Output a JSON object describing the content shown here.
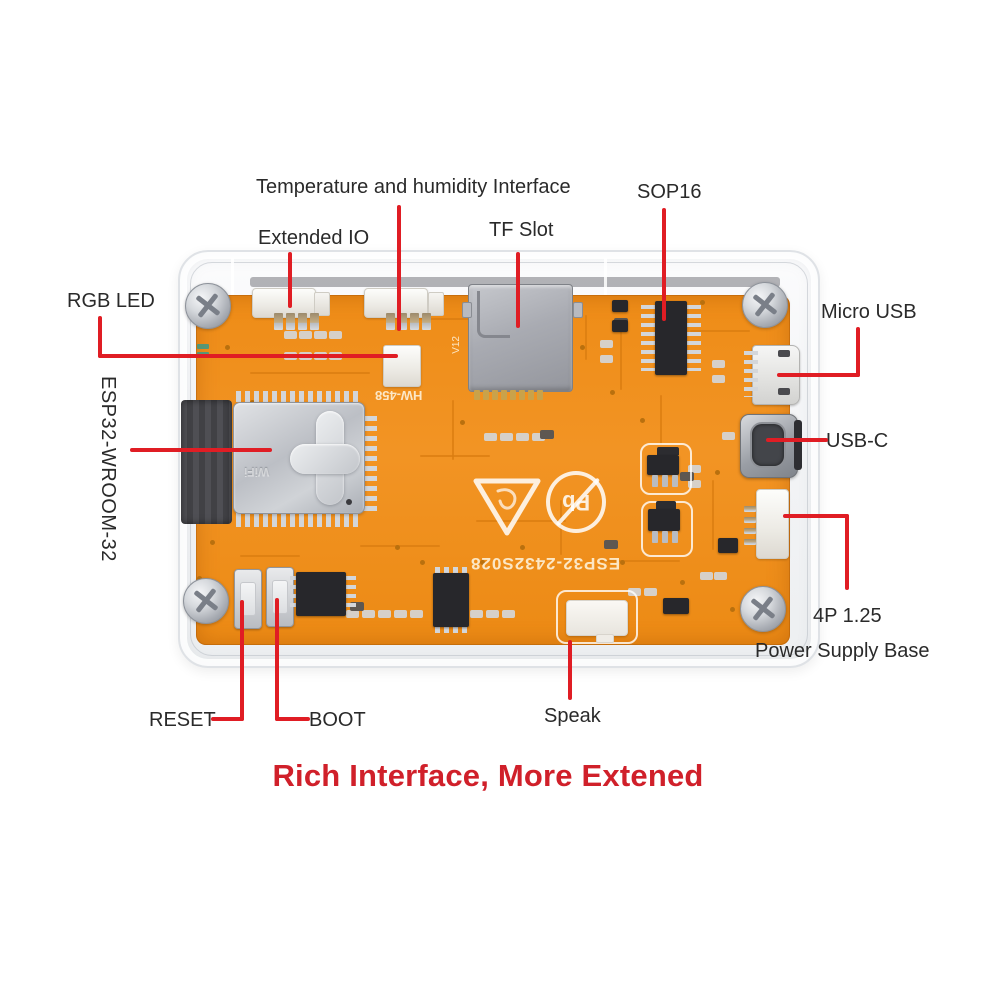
{
  "slogan": "Rich Interface, More Extened",
  "callouts": {
    "temp_humidity": "Temperature and humidity Interface",
    "extended_io": "Extended IO",
    "tf_slot": "TF Slot",
    "sop16": "SOP16",
    "rgb_led": "RGB LED",
    "esp32_wroom": "ESP32-WROOM-32",
    "micro_usb": "Micro USB",
    "usb_c": "USB-C",
    "power_4p": "4P 1.25",
    "power_base": "Power Supply Base",
    "reset": "RESET",
    "boot": "BOOT",
    "speak": "Speak"
  },
  "silkscreen": {
    "model": "ESP32-2432S028",
    "hw_code": "HW-458",
    "version": "V12",
    "pb_free": "Pb",
    "module_brand": "WiFi"
  },
  "icons": {
    "screw": "phillips-screw-icon",
    "triangle": "recycle-triangle-icon",
    "pb": "pb-free-icon"
  },
  "colors": {
    "leader_line": "#e01d24",
    "slogan_text": "#d0202a",
    "label_text": "#2a2a2a",
    "pcb_orange": "#f0911f",
    "pcb_trace": "#d97c10",
    "metal_silver": "#c9ccd1",
    "case_white": "#f4f5f7"
  }
}
